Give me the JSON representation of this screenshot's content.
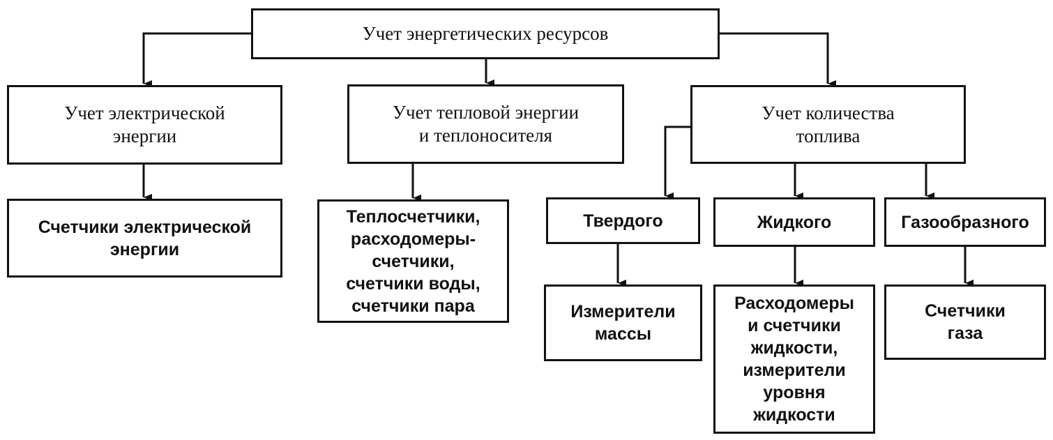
{
  "root": "Учет энергетических ресурсов",
  "categories": {
    "electric": "Учет электрической\nэнергии",
    "heat": "Учет тепловой энергии\nи теплоносителя",
    "fuel": "Учет количества\nтоплива"
  },
  "fuel_types": {
    "solid": "Твердого",
    "liquid": "Жидкого",
    "gas": "Газообразного"
  },
  "devices": {
    "electric": "Счетчики электрической\nэнергии",
    "heat": "Теплосчетчики,\nрасходомеры-\nсчетчики,\nсчетчики воды,\nсчетчики пара",
    "solid": "Измерители\nмассы",
    "liquid": "Расходомеры\nи счетчики\nжидкости,\nизмерители\nуровня\nжидкости",
    "gas": "Счетчики\nгаза"
  }
}
